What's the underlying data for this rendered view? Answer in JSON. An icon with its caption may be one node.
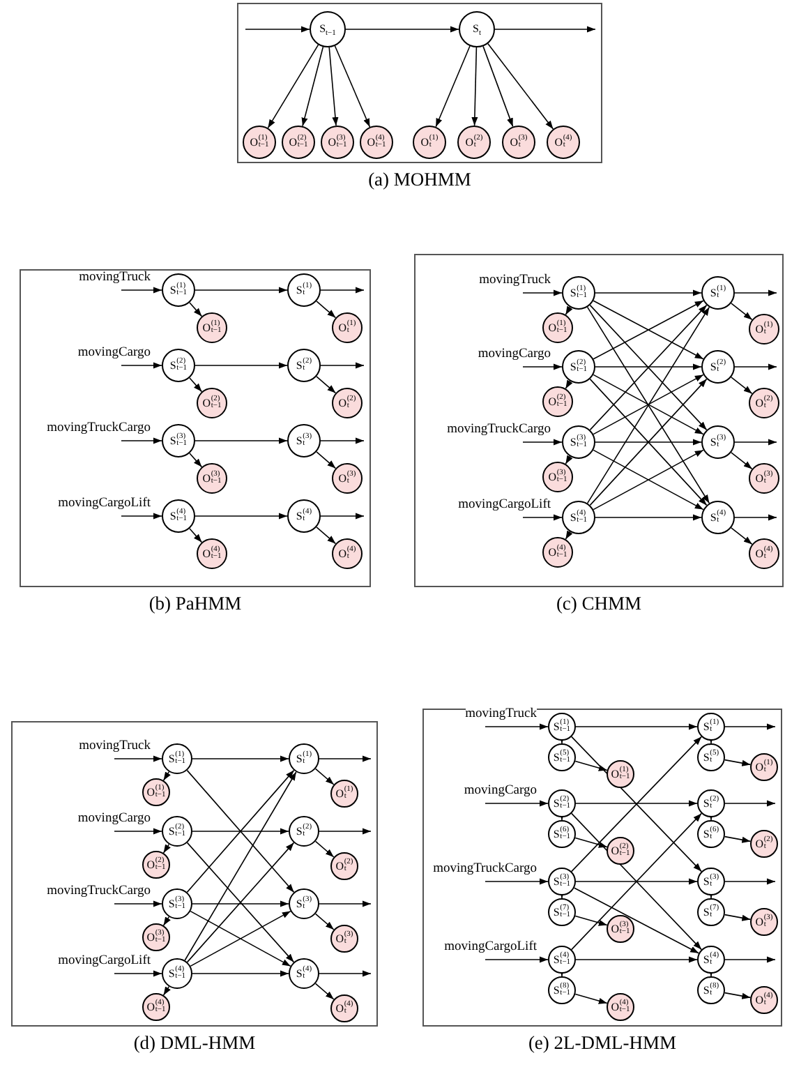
{
  "diagram": {
    "nodes": [
      {
        "text": [
          "(a) MOHMM"
        ]
      },
      {
        "text": [
          "S$_{t−1}$"
        ],
        "in": 0
      },
      {
        "text": [
          "S$_{t}$"
        ],
        "in": 0
      },
      {
        "text": [
          "O$^{(1)}$$_{t−1}$"
        ],
        "in": 0
      },
      {
        "text": [
          "O$^{(2)}$$_{t−1}$"
        ],
        "in": 0
      },
      {
        "text": [
          "O$^{(3)}$$_{t−1}$"
        ],
        "in": 0
      },
      {
        "text": [
          "O$^{(4)}$$_{t−1}$"
        ],
        "in": 0
      },
      {
        "text": [
          "O$^{(1)}$$_{t}$"
        ],
        "in": 0
      },
      {
        "text": [
          "O$^{(2)}$$_{t}$"
        ],
        "in": 0
      },
      {
        "text": [
          "O$^{(3)}$$_{t}$"
        ],
        "in": 0
      },
      {
        "text": [
          "O$^{(4)}$$_{t}$"
        ],
        "in": 0
      },
      {
        "text": [
          "(b) PaHMM"
        ]
      },
      {
        "text": [
          "S$^{(1)}$$_{t−1}$"
        ],
        "in": 11
      },
      {
        "text": [
          "S$^{(1)}$$_{t}$"
        ],
        "in": 11
      },
      {
        "text": [
          "O$^{(1)}$$_{t−1}$"
        ],
        "in": 11
      },
      {
        "text": [
          "O$^{(1)}$$_{t}$"
        ],
        "in": 11
      },
      {
        "text": [
          "S$^{(2)}$$_{t−1}$"
        ],
        "in": 11
      },
      {
        "text": [
          "S$^{(2)}$$_{t}$"
        ],
        "in": 11
      },
      {
        "text": [
          "O$^{(2)}$$_{t−1}$"
        ],
        "in": 11
      },
      {
        "text": [
          "O$^{(2)}$$_{t}$"
        ],
        "in": 11
      },
      {
        "text": [
          "S$^{(3)}$$_{t−1}$"
        ],
        "in": 11
      },
      {
        "text": [
          "S$^{(3)}$$_{t}$"
        ],
        "in": 11
      },
      {
        "text": [
          "O$^{(3)}$$_{t−1}$"
        ],
        "in": 11
      },
      {
        "text": [
          "O$^{(3)}$$_{t}$"
        ],
        "in": 11
      },
      {
        "text": [
          "S$^{(4)}$$_{t−1}$"
        ],
        "in": 11
      },
      {
        "text": [
          "S$^{(4)}$$_{t}$"
        ],
        "in": 11
      },
      {
        "text": [
          "O$^{(4)}$$_{t−1}$"
        ],
        "in": 11
      },
      {
        "text": [
          "O$^{(4)}$$_{t}$"
        ],
        "in": 11
      },
      {
        "text": [
          "(c) CHMM"
        ]
      },
      {
        "text": [
          "S$^{(1)}$$_{t−1}$"
        ],
        "in": 28
      },
      {
        "text": [
          "S$^{(1)}$$_{t}$"
        ],
        "in": 28
      },
      {
        "text": [
          "O$^{(1)}$$_{t−1}$"
        ],
        "in": 28
      },
      {
        "text": [
          "O$^{(1)}$$_{t}$"
        ],
        "in": 28
      },
      {
        "text": [
          "S$^{(2)}$$_{t−1}$"
        ],
        "in": 28
      },
      {
        "text": [
          "S$^{(2)}$$_{t}$"
        ],
        "in": 28
      },
      {
        "text": [
          "O$^{(2)}$$_{t−1}$"
        ],
        "in": 28
      },
      {
        "text": [
          "O$^{(2)}$$_{t}$"
        ],
        "in": 28
      },
      {
        "text": [
          "S$^{(3)}$$_{t−1}$"
        ],
        "in": 28
      },
      {
        "text": [
          "S$^{(3)}$$_{t}$"
        ],
        "in": 28
      },
      {
        "text": [
          "O$^{(3)}$$_{t−1}$"
        ],
        "in": 28
      },
      {
        "text": [
          "O$^{(3)}$$_{t}$"
        ],
        "in": 28
      },
      {
        "text": [
          "S$^{(4)}$$_{t−1}$"
        ],
        "in": 28
      },
      {
        "text": [
          "S$^{(4)}$$_{t}$"
        ],
        "in": 28
      },
      {
        "text": [
          "O$^{(4)}$$_{t−1}$"
        ],
        "in": 28
      },
      {
        "text": [
          "O$^{(4)}$$_{t}$"
        ],
        "in": 28
      },
      {
        "text": [
          "(d) DML-HMM"
        ]
      },
      {
        "text": [
          "S$^{(1)}$$_{t−1}$"
        ],
        "in": 45
      },
      {
        "text": [
          "S$^{(1)}$$_{t}$"
        ],
        "in": 45
      },
      {
        "text": [
          "O$^{(1)}$$_{t−1}$"
        ],
        "in": 45
      },
      {
        "text": [
          "O$^{(1)}$$_{t}$"
        ],
        "in": 45
      },
      {
        "text": [
          "S$^{(2)}$$_{t−1}$"
        ],
        "in": 45
      },
      {
        "text": [
          "S$^{(2)}$$_{t}$"
        ],
        "in": 45
      },
      {
        "text": [
          "O$^{(2)}$$_{t−1}$"
        ],
        "in": 45
      },
      {
        "text": [
          "O$^{(2)}$$_{t}$"
        ],
        "in": 45
      },
      {
        "text": [
          "S$^{(3)}$$_{t−1}$"
        ],
        "in": 45
      },
      {
        "text": [
          "S$^{(3)}$$_{t}$"
        ],
        "in": 45
      },
      {
        "text": [
          "O$^{(3)}$$_{t−1}$"
        ],
        "in": 45
      },
      {
        "text": [
          "O$^{(3)}$$_{t}$"
        ],
        "in": 45
      },
      {
        "text": [
          "S$^{(4)}$$_{t−1}$"
        ],
        "in": 45
      },
      {
        "text": [
          "S$^{(4)}$$_{t}$"
        ],
        "in": 45
      },
      {
        "text": [
          "O$^{(4)}$$_{t−1}$"
        ],
        "in": 45
      },
      {
        "text": [
          "O$^{(4)}$$_{t}$"
        ],
        "in": 45
      },
      {
        "text": [
          "(e) 2L-DML-HMM"
        ]
      },
      {
        "text": [
          "S$^{(1)}$$_{t−1}$"
        ],
        "in": 62
      },
      {
        "text": [
          "S$^{(5)}$$_{t−1}$"
        ],
        "in": 62
      },
      {
        "text": [
          "O$^{(1)}$$_{t−1}$"
        ],
        "in": 62
      },
      {
        "text": [
          "S$^{(1)}$$_{t}$"
        ],
        "in": 62
      },
      {
        "text": [
          "S$^{(5)}$$_{t}$"
        ],
        "in": 62
      },
      {
        "text": [
          "O$^{(1)}$$_{t}$"
        ],
        "in": 62
      },
      {
        "text": [
          "S$^{(2)}$$_{t−1}$"
        ],
        "in": 62
      },
      {
        "text": [
          "S$^{(6)}$$_{t−1}$"
        ],
        "in": 62
      },
      {
        "text": [
          "O$^{(2)}$$_{t−1}$"
        ],
        "in": 62
      },
      {
        "text": [
          "S$^{(2)}$$_{t}$"
        ],
        "in": 62
      },
      {
        "text": [
          "S$^{(6)}$$_{t}$"
        ],
        "in": 62
      },
      {
        "text": [
          "O$^{(2)}$$_{t}$"
        ],
        "in": 62
      },
      {
        "text": [
          "S$^{(3)}$$_{t−1}$"
        ],
        "in": 62
      },
      {
        "text": [
          "S$^{(7)}$$_{t−1}$"
        ],
        "in": 62
      },
      {
        "text": [
          "O$^{(3)}$$_{t−1}$"
        ],
        "in": 62
      },
      {
        "text": [
          "S$^{(3)}$$_{t}$"
        ],
        "in": 62
      },
      {
        "text": [
          "S$^{(7)}$$_{t}$"
        ],
        "in": 62
      },
      {
        "text": [
          "O$^{(3)}$$_{t}$"
        ],
        "in": 62
      },
      {
        "text": [
          "S$^{(4)}$$_{t−1}$"
        ],
        "in": 62
      },
      {
        "text": [
          "S$^{(8)}$$_{t−1}$"
        ],
        "in": 62
      },
      {
        "text": [
          "O$^{(4)}$$_{t−1}$"
        ],
        "in": 62
      },
      {
        "text": [
          "S$^{(4)}$$_{t}$"
        ],
        "in": 62
      },
      {
        "text": [
          "S$^{(8)}$$_{t}$"
        ],
        "in": 62
      },
      {
        "text": [
          "O$^{(4)}$$_{t}$"
        ],
        "in": 62
      }
    ],
    "edges": [
      {
        "from": null,
        "to": 1,
        "arrow": "to"
      },
      {
        "from": 1,
        "to": 2,
        "arrow": "to"
      },
      {
        "from": 2,
        "to": null,
        "arrow": "to"
      },
      {
        "from": 1,
        "to": 3,
        "arrow": "to"
      },
      {
        "from": 1,
        "to": 4,
        "arrow": "to"
      },
      {
        "from": 1,
        "to": 5,
        "arrow": "to"
      },
      {
        "from": 1,
        "to": 6,
        "arrow": "to"
      },
      {
        "from": 2,
        "to": 7,
        "arrow": "to"
      },
      {
        "from": 2,
        "to": 8,
        "arrow": "to"
      },
      {
        "from": 2,
        "to": 9,
        "arrow": "to"
      },
      {
        "from": 2,
        "to": 10,
        "arrow": "to"
      },
      {
        "from": null,
        "to": 12,
        "arrow": "to",
        "label": "movingTruck"
      },
      {
        "from": 12,
        "to": 13,
        "arrow": "to"
      },
      {
        "from": 13,
        "to": null,
        "arrow": "to"
      },
      {
        "from": 12,
        "to": 14,
        "arrow": "to"
      },
      {
        "from": 13,
        "to": 15,
        "arrow": "to"
      },
      {
        "from": null,
        "to": 16,
        "arrow": "to",
        "label": "movingCargo"
      },
      {
        "from": 16,
        "to": 17,
        "arrow": "to"
      },
      {
        "from": 17,
        "to": null,
        "arrow": "to"
      },
      {
        "from": 16,
        "to": 18,
        "arrow": "to"
      },
      {
        "from": 17,
        "to": 19,
        "arrow": "to"
      },
      {
        "from": null,
        "to": 20,
        "arrow": "to",
        "label": "movingTruckCargo"
      },
      {
        "from": 20,
        "to": 21,
        "arrow": "to"
      },
      {
        "from": 21,
        "to": null,
        "arrow": "to"
      },
      {
        "from": 20,
        "to": 22,
        "arrow": "to"
      },
      {
        "from": 21,
        "to": 23,
        "arrow": "to"
      },
      {
        "from": null,
        "to": 24,
        "arrow": "to",
        "label": "movingCargoLift"
      },
      {
        "from": 24,
        "to": 25,
        "arrow": "to"
      },
      {
        "from": 25,
        "to": null,
        "arrow": "to"
      },
      {
        "from": 24,
        "to": 26,
        "arrow": "to"
      },
      {
        "from": 25,
        "to": 27,
        "arrow": "to"
      },
      {
        "from": null,
        "to": 29,
        "arrow": "to",
        "label": "movingTruck"
      },
      {
        "from": 29,
        "to": 30,
        "arrow": "to"
      },
      {
        "from": 30,
        "to": null,
        "arrow": "to"
      },
      {
        "from": 29,
        "to": 31,
        "arrow": "to"
      },
      {
        "from": 30,
        "to": 32,
        "arrow": "to"
      },
      {
        "from": null,
        "to": 33,
        "arrow": "to",
        "label": "movingCargo"
      },
      {
        "from": 33,
        "to": 34,
        "arrow": "to"
      },
      {
        "from": 34,
        "to": null,
        "arrow": "to"
      },
      {
        "from": 33,
        "to": 35,
        "arrow": "to"
      },
      {
        "from": 34,
        "to": 36,
        "arrow": "to"
      },
      {
        "from": null,
        "to": 37,
        "arrow": "to",
        "label": "movingTruckCargo"
      },
      {
        "from": 37,
        "to": 38,
        "arrow": "to"
      },
      {
        "from": 38,
        "to": null,
        "arrow": "to"
      },
      {
        "from": 37,
        "to": 39,
        "arrow": "to"
      },
      {
        "from": 38,
        "to": 40,
        "arrow": "to"
      },
      {
        "from": null,
        "to": 41,
        "arrow": "to",
        "label": "movingCargoLift"
      },
      {
        "from": 41,
        "to": 42,
        "arrow": "to"
      },
      {
        "from": 42,
        "to": null,
        "arrow": "to"
      },
      {
        "from": 41,
        "to": 43,
        "arrow": "to"
      },
      {
        "from": 42,
        "to": 44,
        "arrow": "to"
      },
      {
        "from": 29,
        "to": 34,
        "arrow": "to"
      },
      {
        "from": 29,
        "to": 38,
        "arrow": "to"
      },
      {
        "from": 29,
        "to": 42,
        "arrow": "to"
      },
      {
        "from": 33,
        "to": 30,
        "arrow": "to"
      },
      {
        "from": 33,
        "to": 38,
        "arrow": "to"
      },
      {
        "from": 33,
        "to": 42,
        "arrow": "to"
      },
      {
        "from": 37,
        "to": 30,
        "arrow": "to"
      },
      {
        "from": 37,
        "to": 34,
        "arrow": "to"
      },
      {
        "from": 37,
        "to": 42,
        "arrow": "to"
      },
      {
        "from": 41,
        "to": 30,
        "arrow": "to"
      },
      {
        "from": 41,
        "to": 34,
        "arrow": "to"
      },
      {
        "from": 41,
        "to": 38,
        "arrow": "to"
      },
      {
        "from": null,
        "to": 46,
        "arrow": "to",
        "label": "movingTruck"
      },
      {
        "from": 46,
        "to": 47,
        "arrow": "to"
      },
      {
        "from": 47,
        "to": null,
        "arrow": "to"
      },
      {
        "from": 46,
        "to": 48,
        "arrow": "to"
      },
      {
        "from": 47,
        "to": 49,
        "arrow": "to"
      },
      {
        "from": null,
        "to": 50,
        "arrow": "to",
        "label": "movingCargo"
      },
      {
        "from": 50,
        "to": 51,
        "arrow": "to"
      },
      {
        "from": 51,
        "to": null,
        "arrow": "to"
      },
      {
        "from": 50,
        "to": 52,
        "arrow": "to"
      },
      {
        "from": 51,
        "to": 53,
        "arrow": "to"
      },
      {
        "from": null,
        "to": 54,
        "arrow": "to",
        "label": "movingTruckCargo"
      },
      {
        "from": 54,
        "to": 55,
        "arrow": "to"
      },
      {
        "from": 55,
        "to": null,
        "arrow": "to"
      },
      {
        "from": 54,
        "to": 56,
        "arrow": "to"
      },
      {
        "from": 55,
        "to": 57,
        "arrow": "to"
      },
      {
        "from": null,
        "to": 58,
        "arrow": "to",
        "label": "movingCargoLift"
      },
      {
        "from": 58,
        "to": 59,
        "arrow": "to"
      },
      {
        "from": 59,
        "to": null,
        "arrow": "to"
      },
      {
        "from": 58,
        "to": 60,
        "arrow": "to"
      },
      {
        "from": 59,
        "to": 61,
        "arrow": "to"
      },
      {
        "from": 46,
        "to": 55,
        "arrow": "to"
      },
      {
        "from": 50,
        "to": 59,
        "arrow": "to"
      },
      {
        "from": 54,
        "to": 47,
        "arrow": "to"
      },
      {
        "from": 54,
        "to": 59,
        "arrow": "to"
      },
      {
        "from": 58,
        "to": 47,
        "arrow": "to"
      },
      {
        "from": 58,
        "to": 51,
        "arrow": "to"
      },
      {
        "from": 58,
        "to": 55,
        "arrow": "to"
      },
      {
        "from": null,
        "to": 63,
        "arrow": "to",
        "label": "movingTruck"
      },
      {
        "from": 63,
        "to": 66,
        "arrow": "to"
      },
      {
        "from": 66,
        "to": null,
        "arrow": "to"
      },
      {
        "from": 63,
        "to": 64,
        "arrow": "to"
      },
      {
        "from": 64,
        "to": 65,
        "arrow": "to"
      },
      {
        "from": 66,
        "to": 67,
        "arrow": "to"
      },
      {
        "from": 67,
        "to": 68,
        "arrow": "to"
      },
      {
        "from": null,
        "to": 69,
        "arrow": "to",
        "label": "movingCargo"
      },
      {
        "from": 69,
        "to": 72,
        "arrow": "to"
      },
      {
        "from": 72,
        "to": null,
        "arrow": "to"
      },
      {
        "from": 69,
        "to": 70,
        "arrow": "to"
      },
      {
        "from": 70,
        "to": 71,
        "arrow": "to"
      },
      {
        "from": 72,
        "to": 73,
        "arrow": "to"
      },
      {
        "from": 73,
        "to": 74,
        "arrow": "to"
      },
      {
        "from": null,
        "to": 75,
        "arrow": "to",
        "label": "movingTruckCargo"
      },
      {
        "from": 75,
        "to": 78,
        "arrow": "to"
      },
      {
        "from": 78,
        "to": null,
        "arrow": "to"
      },
      {
        "from": 75,
        "to": 76,
        "arrow": "to"
      },
      {
        "from": 76,
        "to": 77,
        "arrow": "to"
      },
      {
        "from": 78,
        "to": 79,
        "arrow": "to"
      },
      {
        "from": 79,
        "to": 80,
        "arrow": "to"
      },
      {
        "from": null,
        "to": 81,
        "arrow": "to",
        "label": "movingCargoLift"
      },
      {
        "from": 81,
        "to": 84,
        "arrow": "to"
      },
      {
        "from": 84,
        "to": null,
        "arrow": "to"
      },
      {
        "from": 81,
        "to": 82,
        "arrow": "to"
      },
      {
        "from": 82,
        "to": 83,
        "arrow": "to"
      },
      {
        "from": 84,
        "to": 85,
        "arrow": "to"
      },
      {
        "from": 85,
        "to": 86,
        "arrow": "to"
      },
      {
        "from": 75,
        "to": 66,
        "arrow": "to"
      },
      {
        "from": 81,
        "to": 72,
        "arrow": "to"
      },
      {
        "from": 63,
        "to": 78,
        "arrow": "to"
      },
      {
        "from": 69,
        "to": 84,
        "arrow": "to"
      },
      {
        "from": 75,
        "to": 84,
        "arrow": "to"
      }
    ]
  }
}
